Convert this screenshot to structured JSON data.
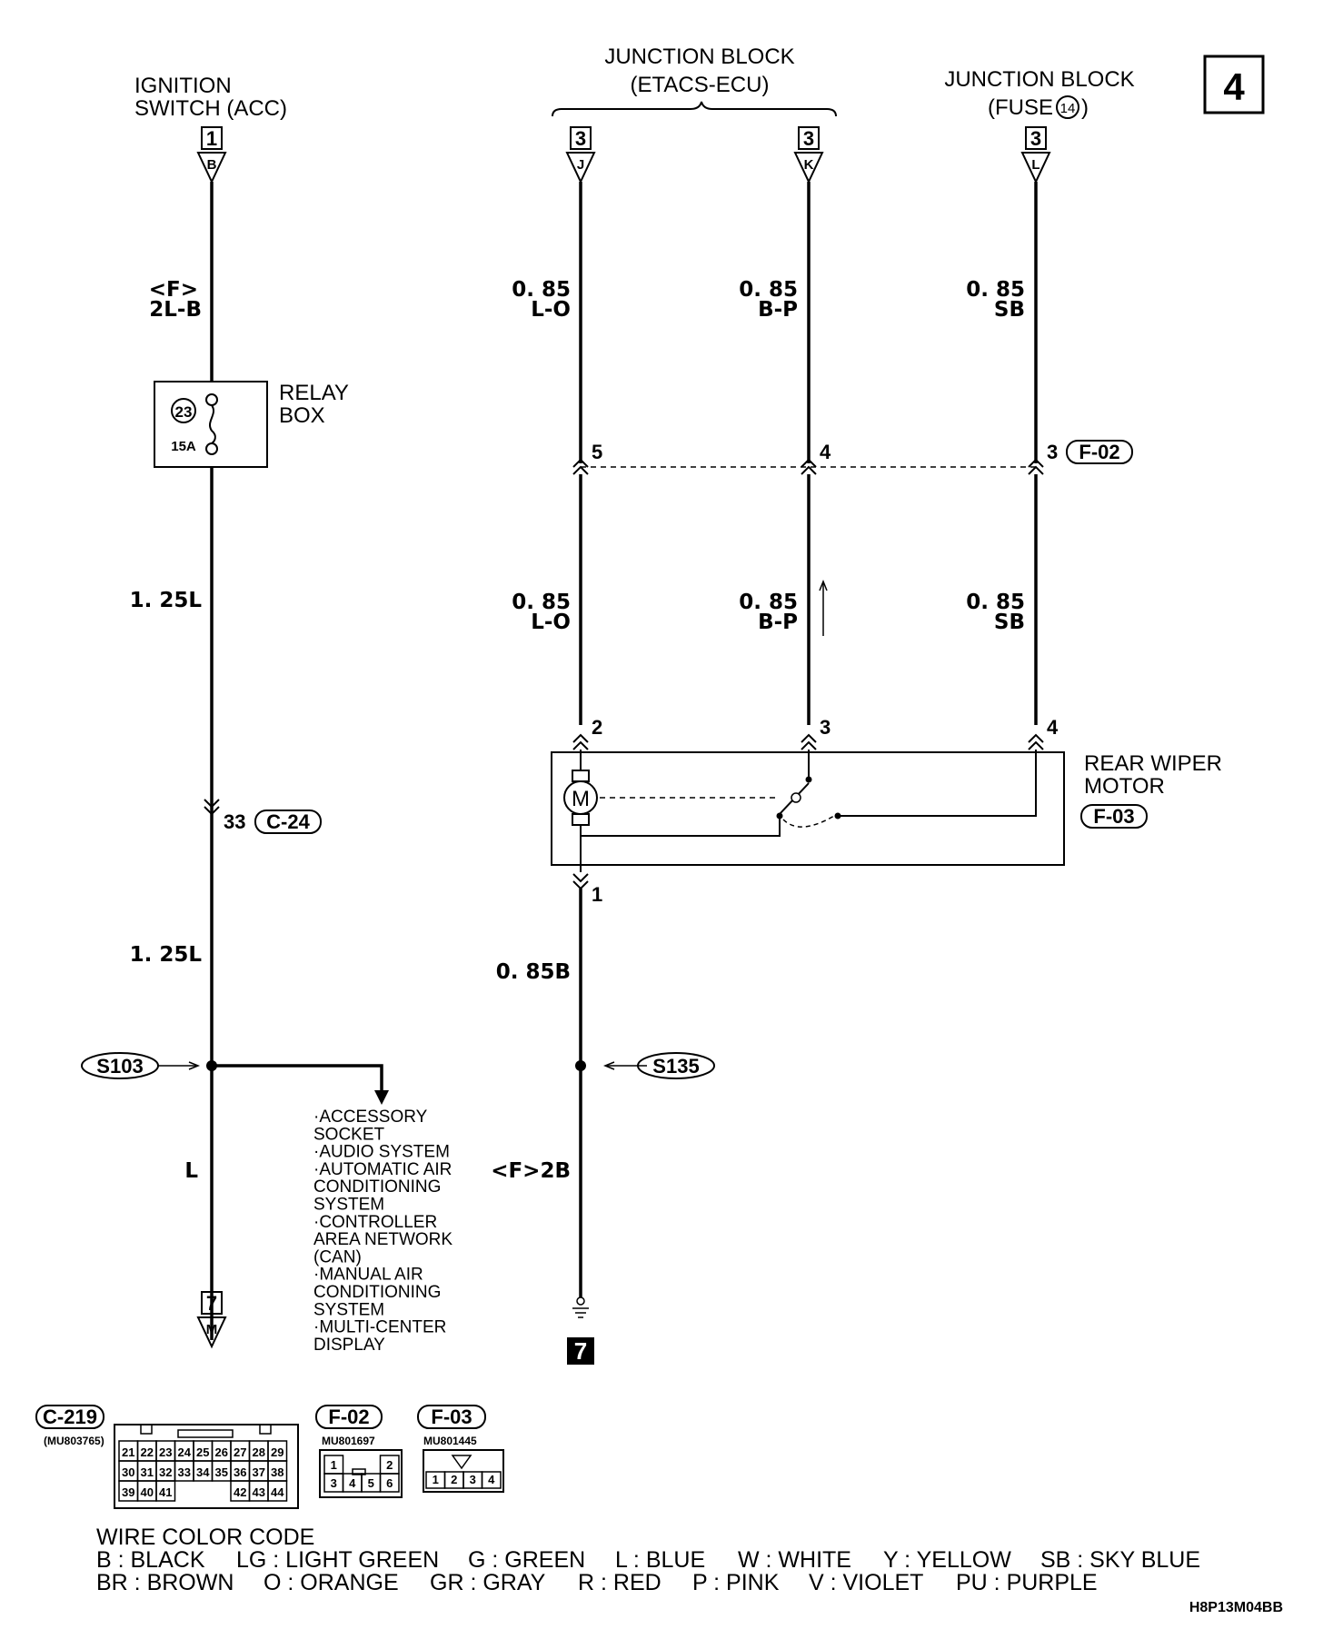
{
  "page_number": "4",
  "diagram_code": "H8P13M04BB",
  "top_components": {
    "ignition_switch": {
      "line1": "IGNITION",
      "line2": "SWITCH (ACC)",
      "box": "1",
      "pin": "B"
    },
    "junction_etacs": {
      "line1": "JUNCTION BLOCK",
      "line2": "(ETACS-ECU)",
      "box_j": "3",
      "pin_j": "J",
      "box_k": "3",
      "pin_k": "K"
    },
    "junction_fuse": {
      "line1": "JUNCTION BLOCK",
      "line2_prefix": "(FUSE",
      "fuse_no": "14",
      "line2_suffix": ")",
      "box": "3",
      "pin": "L"
    }
  },
  "left_circuit": {
    "wire_top_line1": "<F>",
    "wire_top_line2": "2L-B",
    "relay_box_line1": "RELAY",
    "relay_box_line2": "BOX",
    "fuse_no": "23",
    "fuse_rating": "15A",
    "wire_mid": "1. 25L",
    "connector_pin": "33",
    "connector": "C-24",
    "wire_low": "1. 25L",
    "splice": "S103",
    "wire_bottom": "L",
    "bottom_box": "7",
    "bottom_pin": "M",
    "branch_items": [
      "·ACCESSORY",
      "SOCKET",
      "·AUDIO SYSTEM",
      "·AUTOMATIC AIR",
      "CONDITIONING",
      "SYSTEM",
      "·CONTROLLER",
      "AREA NETWORK",
      "(CAN)",
      "·MANUAL AIR",
      "CONDITIONING",
      "SYSTEM",
      "·MULTI-CENTER",
      "DISPLAY"
    ]
  },
  "wires": {
    "j_top": {
      "size": "0. 85",
      "color": "L-O"
    },
    "k_top": {
      "size": "0. 85",
      "color": "B-P"
    },
    "l_top": {
      "size": "0. 85",
      "color": "SB"
    },
    "j_mid": {
      "size": "0. 85",
      "color": "L-O"
    },
    "k_mid": {
      "size": "0. 85",
      "color": "B-P"
    },
    "l_mid": {
      "size": "0. 85",
      "color": "SB"
    },
    "ground_wire": "0. 85B",
    "ground_wire_bottom": "<F>2B"
  },
  "connector_f02": {
    "pin_j": "5",
    "pin_k": "4",
    "pin_l": "3",
    "name": "F-02"
  },
  "rear_wiper_motor": {
    "line1": "REAR WIPER",
    "line2": "MOTOR",
    "connector": "F-03",
    "pin_1": "1",
    "pin_2": "2",
    "pin_3": "3",
    "pin_4": "4",
    "motor_symbol": "M"
  },
  "splice_right": "S135",
  "ground_number": "7",
  "connector_views": [
    {
      "name": "C-219",
      "part": "(MU803765)",
      "cavities": [
        [
          "21",
          "22",
          "23",
          "24",
          "25",
          "26",
          "27",
          "28",
          "29"
        ],
        [
          "30",
          "31",
          "32",
          "33",
          "34",
          "35",
          "36",
          "37",
          "38"
        ],
        [
          "39",
          "40",
          "41",
          "",
          "",
          "",
          "42",
          "43",
          "44"
        ]
      ]
    },
    {
      "name": "F-02",
      "part": "MU801697",
      "cavities": [
        [
          "1",
          "",
          "",
          "2"
        ],
        [
          "3",
          "4",
          "5",
          "6"
        ]
      ]
    },
    {
      "name": "F-03",
      "part": "MU801445",
      "cavities": [
        [
          "1",
          "2",
          "3",
          "4"
        ]
      ]
    }
  ],
  "wire_color_code": {
    "title": "WIRE COLOR CODE",
    "row1": [
      "B : BLACK",
      "LG : LIGHT GREEN",
      "G : GREEN",
      "L : BLUE",
      "W : WHITE",
      "Y : YELLOW",
      "SB : SKY BLUE"
    ],
    "row2": [
      "BR : BROWN",
      "O : ORANGE",
      "GR : GRAY",
      "R : RED",
      "P : PINK",
      "V : VIOLET",
      "PU : PURPLE"
    ]
  }
}
